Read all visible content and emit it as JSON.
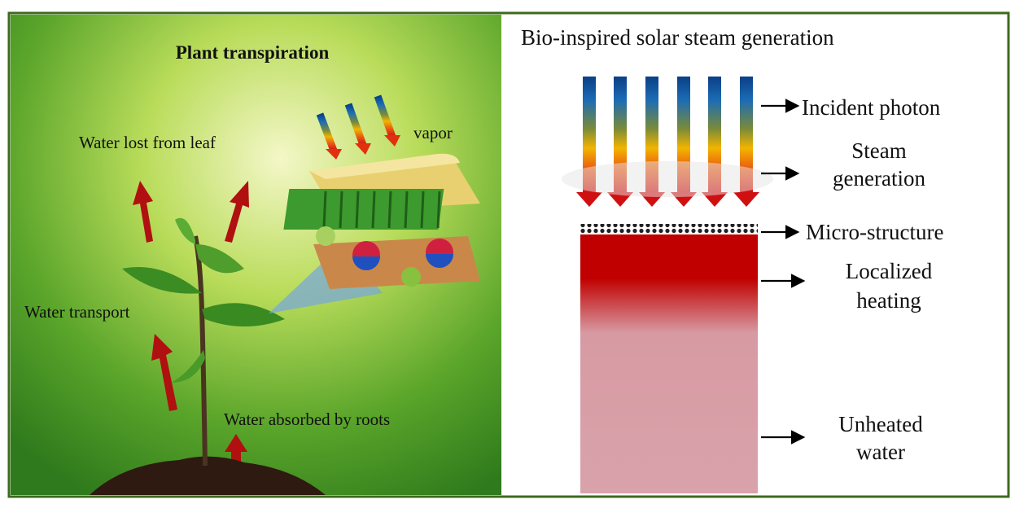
{
  "left_panel": {
    "title": "Plant transpiration",
    "labels": {
      "water_lost": "Water lost from leaf",
      "vapor": "vapor",
      "water_transport": "Water transport",
      "water_absorbed": "Water absorbed by roots"
    }
  },
  "right_panel": {
    "title": "Bio-inspired solar steam generation",
    "labels": {
      "incident_photon": "Incident photon",
      "steam_line1": "Steam",
      "steam_line2": "generation",
      "micro_structure": "Micro-structure",
      "localized_line1": "Localized",
      "localized_line2": "heating",
      "unheated_line1": "Unheated",
      "unheated_line2": "water"
    }
  },
  "colors": {
    "frame": "#3d6b1e",
    "heating_red": "#c00000",
    "water_pink": "#d9a3ab",
    "arrow_red": "#b01010"
  }
}
